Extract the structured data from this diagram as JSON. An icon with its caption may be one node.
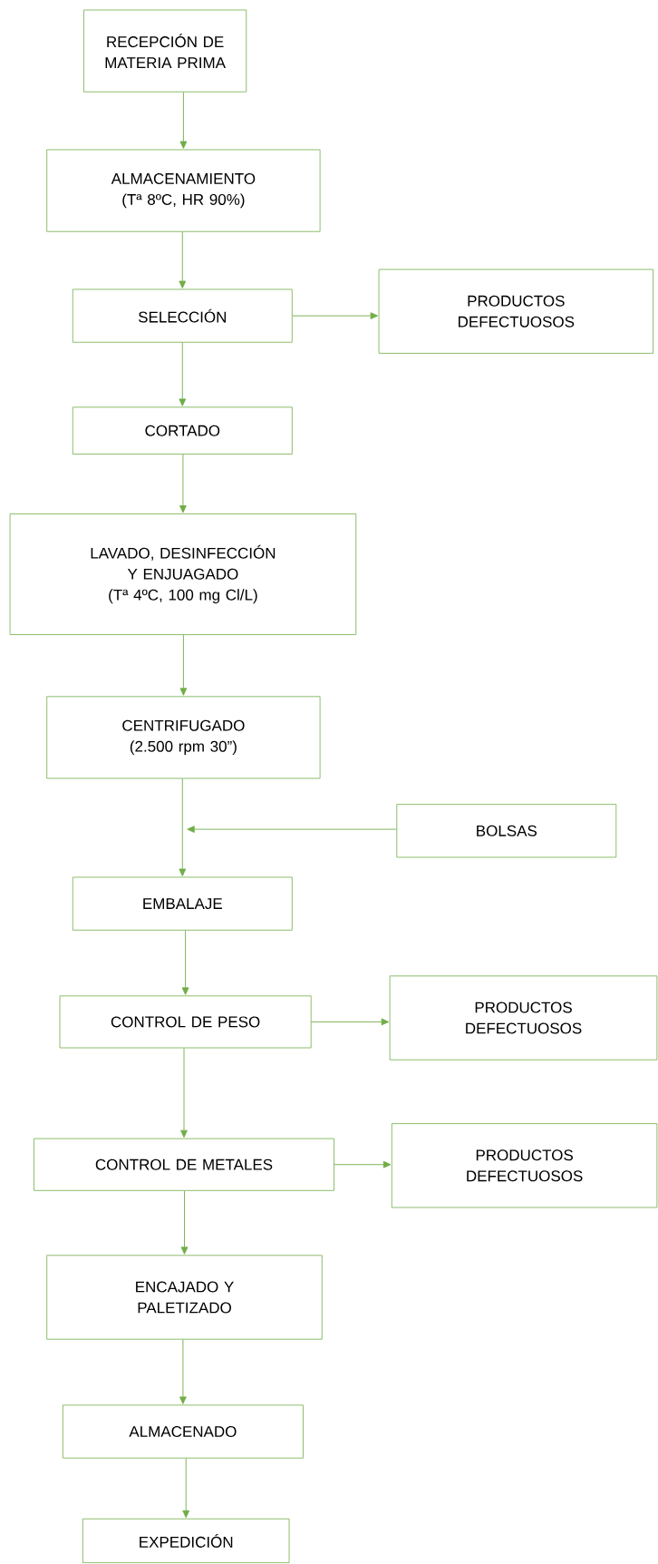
{
  "diagram": {
    "nodes": [
      {
        "text": [
          "RECEPCIÓN DE MATERIA PRIMA"
        ]
      },
      {
        "text": [
          "ALMACENAMIENTO",
          "(Tª 8ºC, HR 90%)"
        ]
      },
      {
        "text": [
          "SELECCIÓN"
        ]
      },
      {
        "text": [
          "PRODUCTOS DEFECTUOSOS"
        ]
      },
      {
        "text": [
          "CORTADO"
        ]
      },
      {
        "text": [
          "LAVADO, DESINFECCIÓN Y ENJUAGADO",
          "(Tª 4ºC, 100 mg Cl/L)"
        ]
      },
      {
        "text": [
          "CENTRIFUGADO",
          "(2.500 rpm 30”)"
        ]
      },
      {
        "text": [
          "BOLSAS"
        ]
      },
      {
        "text": [
          "EMBALAJE"
        ]
      },
      {
        "text": [
          "CONTROL DE PESO"
        ]
      },
      {
        "text": [
          "PRODUCTOS DEFECTUOSOS"
        ]
      },
      {
        "text": [
          "CONTROL DE METALES"
        ]
      },
      {
        "text": [
          "PRODUCTOS DEFECTUOSOS"
        ]
      },
      {
        "text": [
          "ENCAJADO Y PALETIZADO"
        ]
      },
      {
        "text": [
          "ALMACENADO"
        ]
      },
      {
        "text": [
          "EXPEDICIÓN"
        ]
      }
    ],
    "edges": [
      {
        "from": 0,
        "to": 1,
        "arrow": "to"
      },
      {
        "from": 1,
        "to": 2,
        "arrow": "to"
      },
      {
        "from": 2,
        "to": 3,
        "arrow": "to"
      },
      {
        "from": 2,
        "to": 4,
        "arrow": "to"
      },
      {
        "from": 4,
        "to": 5,
        "arrow": "to"
      },
      {
        "from": 5,
        "to": 6,
        "arrow": "to"
      },
      {
        "from": 6,
        "to": 8,
        "arrow": "to"
      },
      {
        "from": 7,
        "to": null,
        "arrow": "to"
      },
      {
        "from": 8,
        "to": 9,
        "arrow": "to"
      },
      {
        "from": 9,
        "to": 10,
        "arrow": "to"
      },
      {
        "from": 9,
        "to": 11,
        "arrow": "to"
      },
      {
        "from": 11,
        "to": 12,
        "arrow": "to"
      },
      {
        "from": 11,
        "to": 13,
        "arrow": "to"
      },
      {
        "from": 13,
        "to": 14,
        "arrow": "to"
      },
      {
        "from": 14,
        "to": 15,
        "arrow": "to"
      }
    ]
  }
}
